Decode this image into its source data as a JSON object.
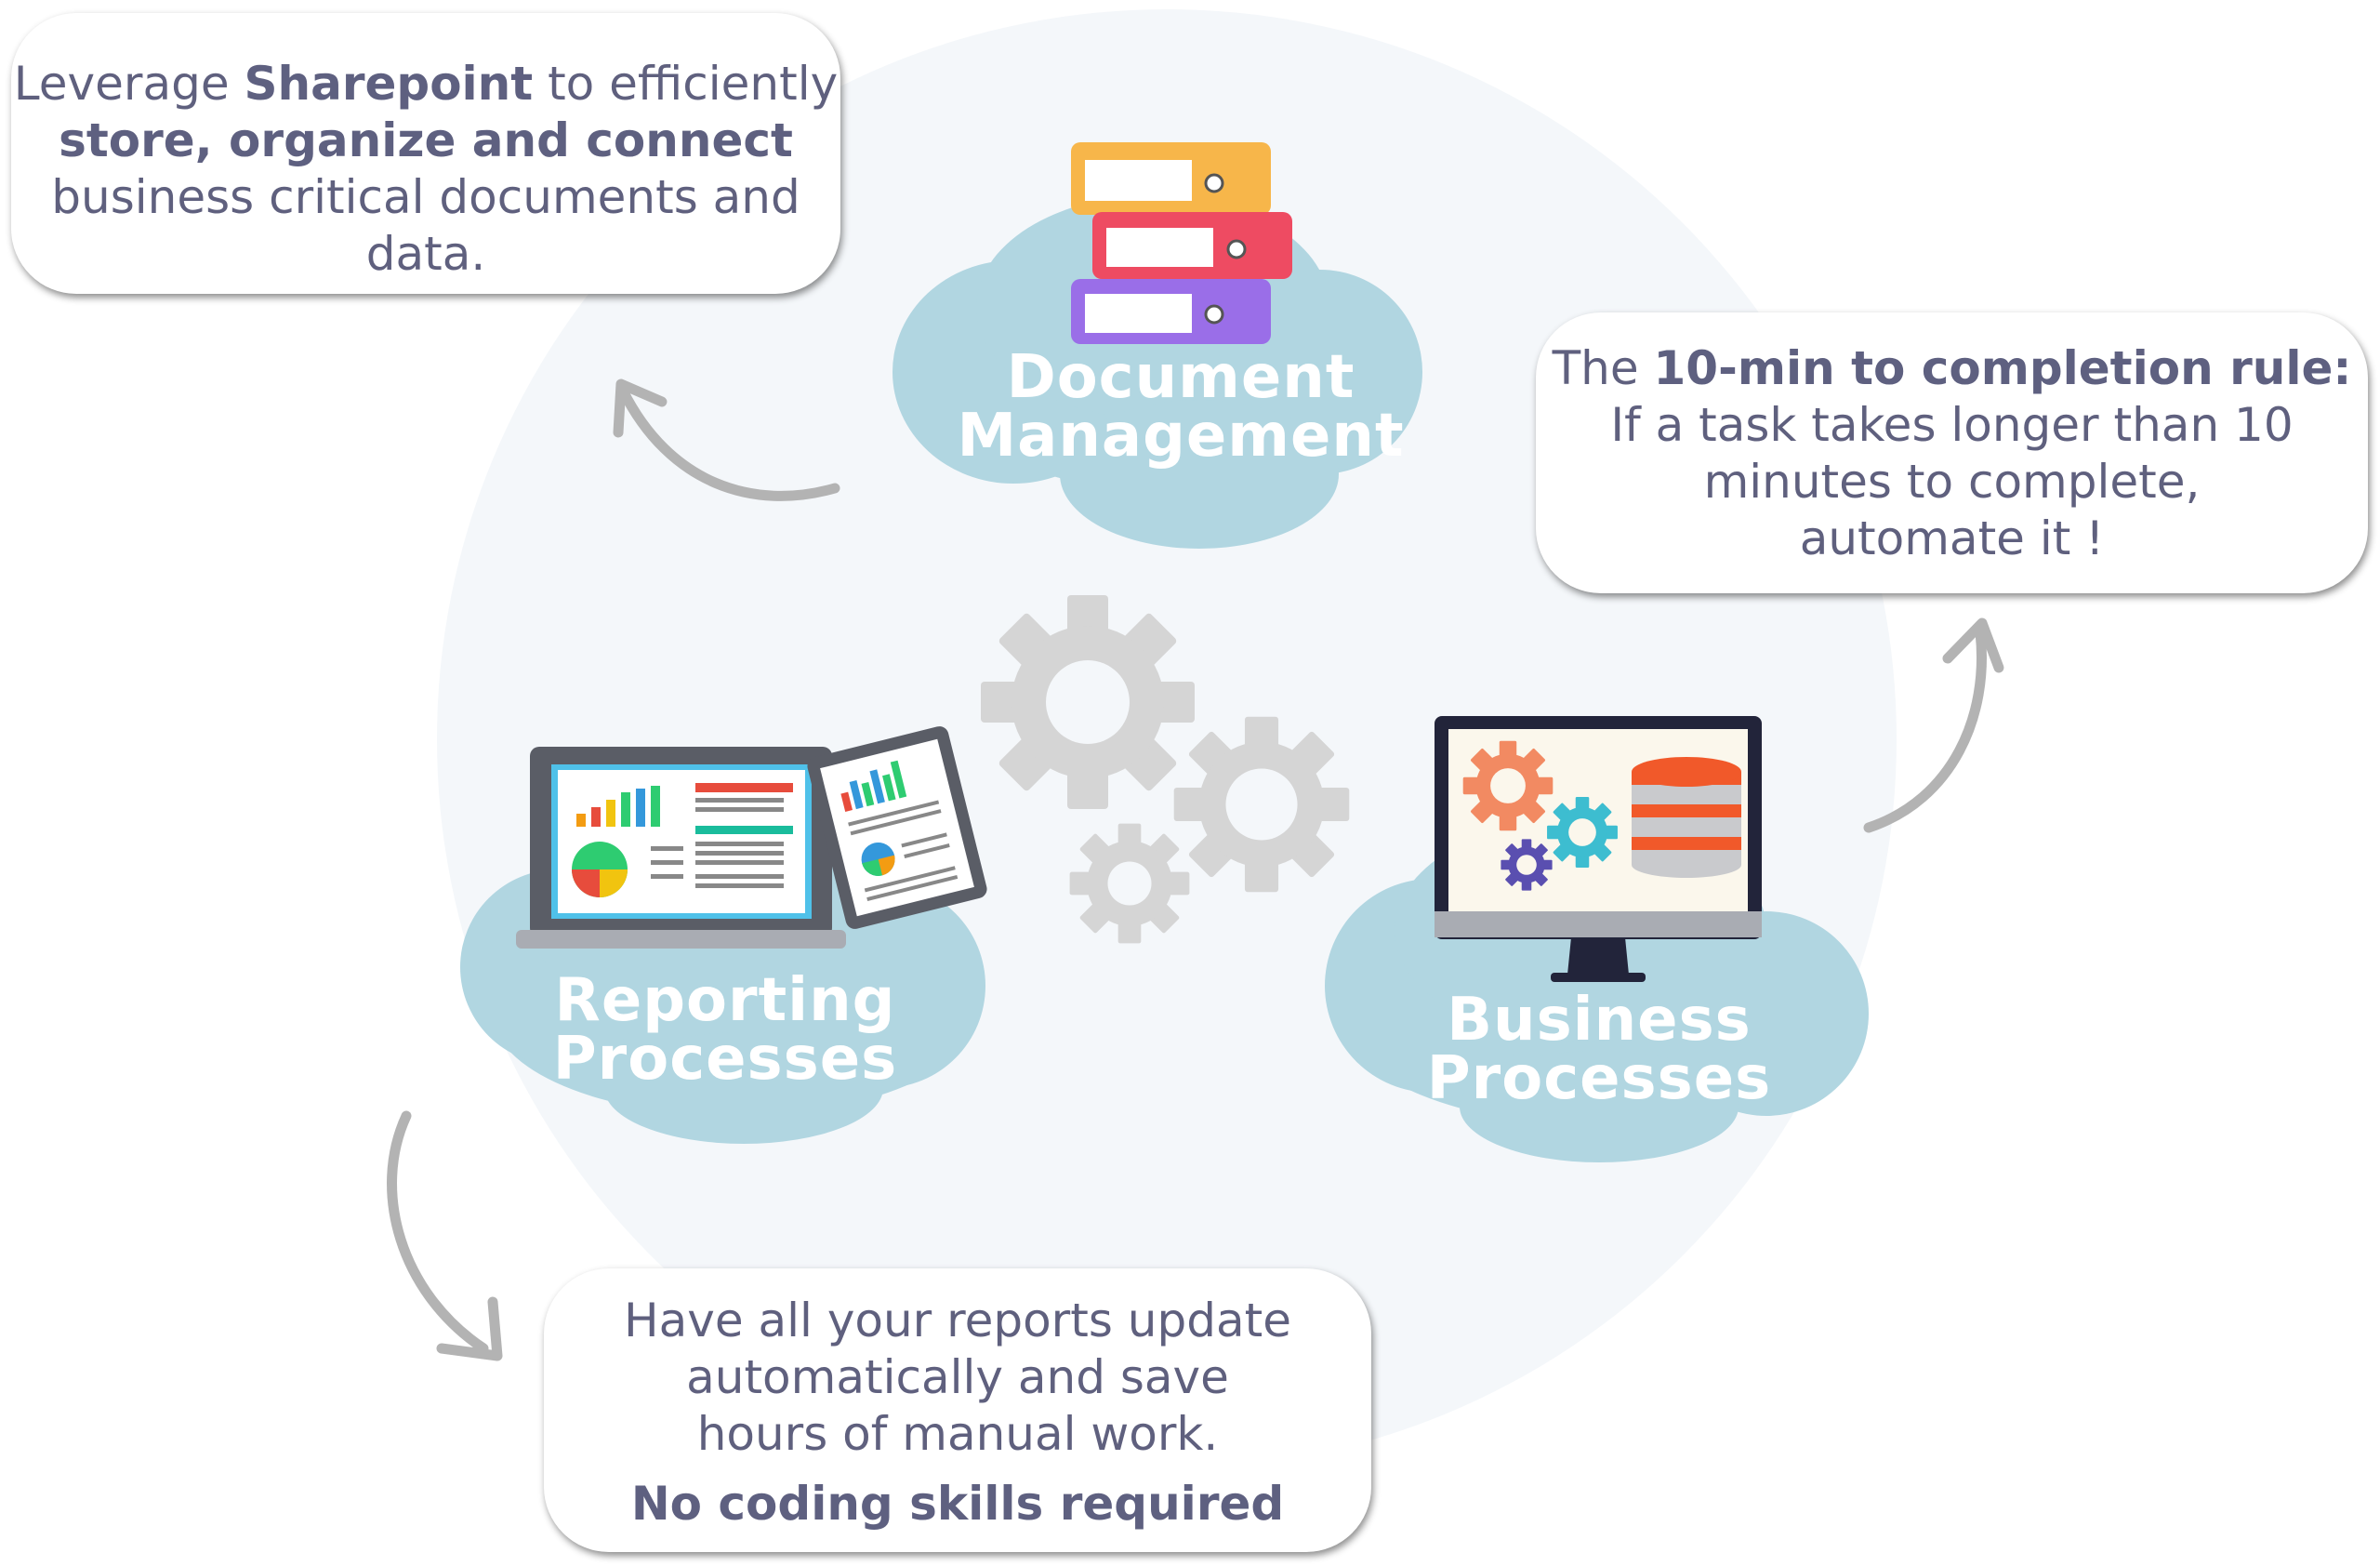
{
  "callouts": {
    "documents": {
      "line1_pre": "Leverage ",
      "line1_bold": "Sharepoint",
      "line1_post": " to efficiently",
      "line2_bold": "store, organize and connect",
      "line3": "business critical documents and",
      "line4": "data."
    },
    "rule": {
      "line1_pre": "The ",
      "line1_bold": "10-min to completion rule:",
      "line2": "If a task takes longer than 10",
      "line3": "minutes to complete,",
      "line4": "automate it !"
    },
    "reports": {
      "line1": "Have all your reports update",
      "line2": "automatically and save",
      "line3": "hours of manual work.",
      "line4_bold": "No coding skills required"
    }
  },
  "clouds": {
    "documents": {
      "line1": "Document",
      "line2": "Management"
    },
    "reporting": {
      "line1": "Reporting",
      "line2": "Processes"
    },
    "business": {
      "line1": "Business",
      "line2": "Processes"
    }
  },
  "colors": {
    "text": "#5f607e",
    "cloud": "#b1d6e1",
    "gear": "#d5d5d5",
    "arrow": "#b3b3b3",
    "background_circle": "#f4f7fa"
  },
  "icons": [
    "folders-icon",
    "gears-icon",
    "laptop-report-icon",
    "tablet-report-icon",
    "monitor-gears-database-icon",
    "curved-arrow-icon"
  ]
}
